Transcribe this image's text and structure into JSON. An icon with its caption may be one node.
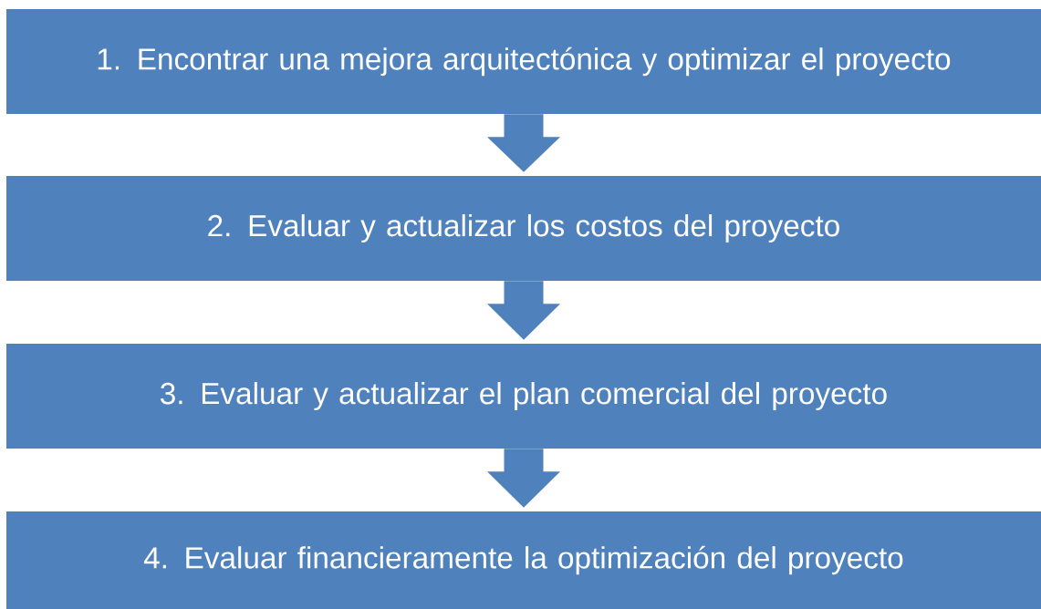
{
  "diagram": {
    "nodes": [
      {
        "text": [
          "1. Encontrar una mejora arquitectónica y optimizar el proyecto"
        ]
      },
      {
        "text": [
          "2. Evaluar y actualizar los costos del proyecto"
        ]
      },
      {
        "text": [
          "3. Evaluar y actualizar el plan comercial del proyecto"
        ]
      },
      {
        "text": [
          "4. Evaluar financieramente la optimización del proyecto"
        ]
      }
    ],
    "edges": [
      {
        "from": 0,
        "to": 1,
        "arrow": "to"
      },
      {
        "from": 1,
        "to": 2,
        "arrow": "to"
      },
      {
        "from": 2,
        "to": 3,
        "arrow": "to"
      }
    ]
  }
}
